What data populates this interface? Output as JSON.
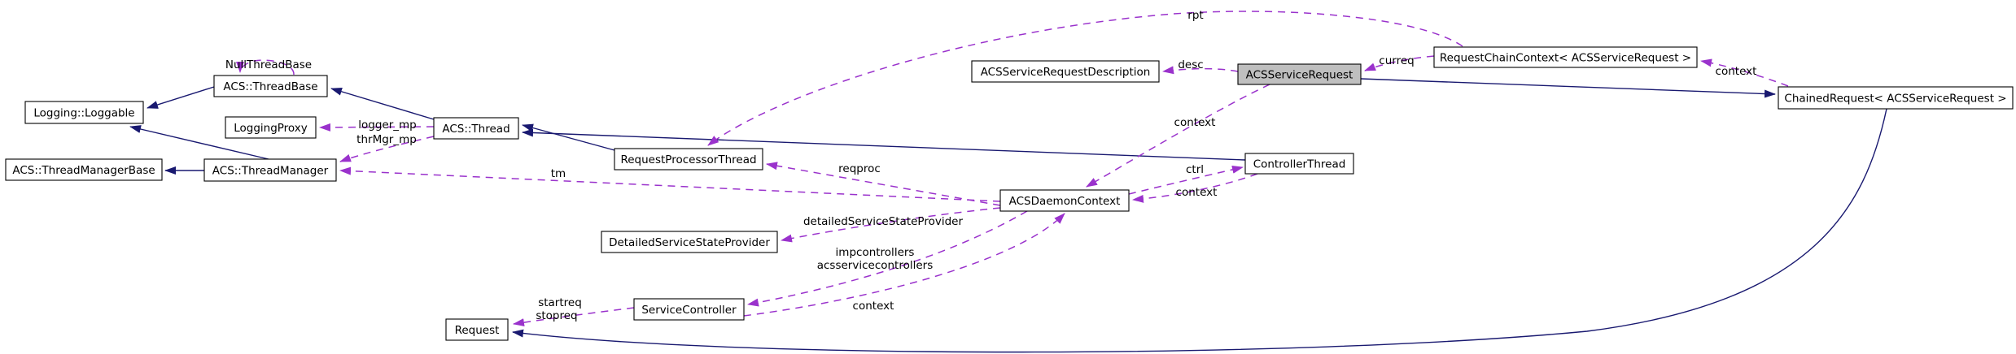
{
  "diagram": {
    "type": "doxygen-collaboration-graph",
    "highlighted_class": "ACSServiceRequest",
    "colors": {
      "inheritance_edge": "#191970",
      "usage_edge": "#9a32cc",
      "node_fill": "#ffffff",
      "highlight_fill": "#bfbfbf",
      "node_border": "#000000"
    },
    "nodes": [
      {
        "id": "acs-threadbase",
        "label": "ACS::ThreadBase"
      },
      {
        "id": "logging-loggable",
        "label": "Logging::Loggable"
      },
      {
        "id": "loggingproxy",
        "label": "LoggingProxy"
      },
      {
        "id": "acs-threadmanagerbase",
        "label": "ACS::ThreadManagerBase"
      },
      {
        "id": "acs-threadmanager",
        "label": "ACS::ThreadManager"
      },
      {
        "id": "acs-thread",
        "label": "ACS::Thread"
      },
      {
        "id": "requestprocessorthread",
        "label": "RequestProcessorThread"
      },
      {
        "id": "acsservicerequestdescription",
        "label": "ACSServiceRequestDescription"
      },
      {
        "id": "acsservicerequest",
        "label": "ACSServiceRequest"
      },
      {
        "id": "requestchaincontext",
        "label": "RequestChainContext< ACSServiceRequest >"
      },
      {
        "id": "chainedrequest",
        "label": "ChainedRequest< ACSServiceRequest >"
      },
      {
        "id": "controllerthread",
        "label": "ControllerThread"
      },
      {
        "id": "acsdaemoncontext",
        "label": "ACSDaemonContext"
      },
      {
        "id": "detailedservicestateprovider",
        "label": "DetailedServiceStateProvider"
      },
      {
        "id": "servicecontroller",
        "label": "ServiceController"
      },
      {
        "id": "request",
        "label": "Request"
      }
    ],
    "edge_labels": [
      {
        "id": "nullthreadbase",
        "text": "NullThreadBase"
      },
      {
        "id": "logger-mp",
        "text": "logger_mp"
      },
      {
        "id": "thrmgr-mp",
        "text": "thrMgr_mp"
      },
      {
        "id": "tm",
        "text": "tm"
      },
      {
        "id": "reqproc",
        "text": "reqproc"
      },
      {
        "id": "desc",
        "text": "desc"
      },
      {
        "id": "rpt",
        "text": "rpt"
      },
      {
        "id": "curreq",
        "text": "curreq"
      },
      {
        "id": "context-chainedrequest",
        "text": "context"
      },
      {
        "id": "context-acsservicerequest",
        "text": "context"
      },
      {
        "id": "ctrl",
        "text": "ctrl"
      },
      {
        "id": "context-controllerthread",
        "text": "context"
      },
      {
        "id": "detailedservicestateprovider",
        "text": "detailedServiceStateProvider"
      },
      {
        "id": "impcontrollers",
        "text": "impcontrollers"
      },
      {
        "id": "acsservicecontrollers",
        "text": "acsservicecontrollers"
      },
      {
        "id": "context-servicecontroller",
        "text": "context"
      },
      {
        "id": "startreq",
        "text": "startreq"
      },
      {
        "id": "stopreq",
        "text": "stopreq"
      }
    ],
    "edges": [
      {
        "from": "ACS::ThreadBase",
        "to": "Logging::Loggable",
        "type": "inheritance"
      },
      {
        "from": "ACS::ThreadManager",
        "to": "Logging::Loggable",
        "type": "inheritance"
      },
      {
        "from": "ACS::ThreadManager",
        "to": "ACS::ThreadManagerBase",
        "type": "inheritance"
      },
      {
        "from": "ACS::Thread",
        "to": "ACS::ThreadBase",
        "type": "inheritance"
      },
      {
        "from": "RequestProcessorThread",
        "to": "ACS::Thread",
        "type": "inheritance"
      },
      {
        "from": "ControllerThread",
        "to": "ACS::Thread",
        "type": "inheritance"
      },
      {
        "from": "ACSServiceRequest",
        "to": "ChainedRequest< ACSServiceRequest >",
        "type": "inheritance"
      },
      {
        "from": "ChainedRequest< ACSServiceRequest >",
        "to": "Request",
        "type": "inheritance"
      },
      {
        "from": "ACS::ThreadBase",
        "to": "ACS::ThreadBase",
        "type": "usage",
        "label": "NullThreadBase"
      },
      {
        "from": "ACS::Thread",
        "to": "LoggingProxy",
        "type": "usage",
        "label": "logger_mp"
      },
      {
        "from": "ACS::Thread",
        "to": "ACS::ThreadManager",
        "type": "usage",
        "label": "thrMgr_mp"
      },
      {
        "from": "ACSDaemonContext",
        "to": "ACS::ThreadManager",
        "type": "usage",
        "label": "tm"
      },
      {
        "from": "ACSDaemonContext",
        "to": "RequestProcessorThread",
        "type": "usage",
        "label": "reqproc"
      },
      {
        "from": "RequestChainContext< ACSServiceRequest >",
        "to": "RequestProcessorThread",
        "type": "usage",
        "label": "rpt"
      },
      {
        "from": "ACSServiceRequest",
        "to": "ACSServiceRequestDescription",
        "type": "usage",
        "label": "desc"
      },
      {
        "from": "RequestChainContext< ACSServiceRequest >",
        "to": "ACSServiceRequest",
        "type": "usage",
        "label": "curreq"
      },
      {
        "from": "ChainedRequest< ACSServiceRequest >",
        "to": "RequestChainContext< ACSServiceRequest >",
        "type": "usage",
        "label": "context"
      },
      {
        "from": "ACSServiceRequest",
        "to": "ACSDaemonContext",
        "type": "usage",
        "label": "context"
      },
      {
        "from": "ACSDaemonContext",
        "to": "ControllerThread",
        "type": "usage",
        "label": "ctrl"
      },
      {
        "from": "ControllerThread",
        "to": "ACSDaemonContext",
        "type": "usage",
        "label": "context"
      },
      {
        "from": "ACSDaemonContext",
        "to": "DetailedServiceStateProvider",
        "type": "usage",
        "label": "detailedServiceStateProvider"
      },
      {
        "from": "ACSDaemonContext",
        "to": "ServiceController",
        "type": "usage",
        "label": "impcontrollers acsservicecontrollers"
      },
      {
        "from": "ServiceController",
        "to": "ACSDaemonContext",
        "type": "usage",
        "label": "context"
      },
      {
        "from": "ServiceController",
        "to": "Request",
        "type": "usage",
        "label": "startreq stopreq"
      }
    ]
  }
}
